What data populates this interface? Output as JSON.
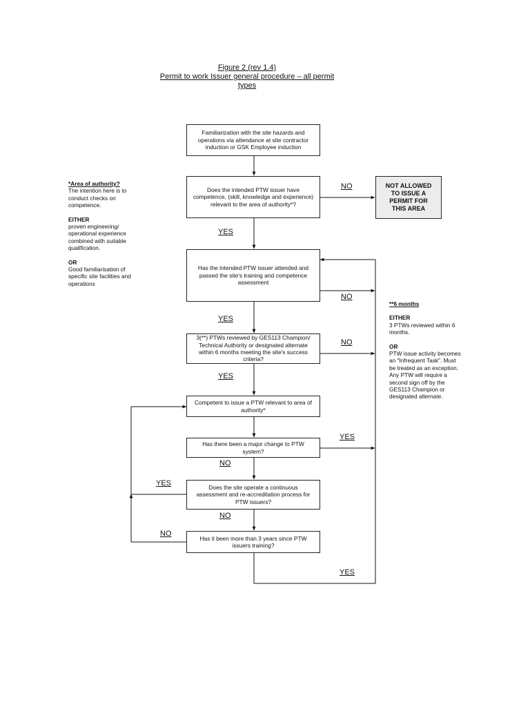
{
  "figure": {
    "line1": "Figure 2 (rev 1.4)",
    "line2": "Permit to work Issuer general procedure – all permit",
    "line3": "types"
  },
  "boxes": {
    "familiarization": "Familiarization with the site hazards and operations via attendance at site contractor induction or GSK Employee induction",
    "competence": "Does the intended PTW issuer have competence, (skill, knowledge and experience) relevant to the area of authority*?",
    "not_allowed": "NOT ALLOWED TO ISSUE A PERMIT FOR THIS AREA",
    "training": "Has the intended PTW issuer attended and passed the site's training and competence assessment",
    "reviewed": "3(**) PTWs reviewed by GES113 Champion/ Technical Authority or designated alternate within 6 months meeting the site's success criteria?",
    "competent": "Competent to issue a PTW relevant to area of authority*",
    "major_change": "Has there been a major change to PTW system?",
    "continuous": "Does the site operate a continuous assessment and re-accreditation process for PTW issuers?",
    "three_years": "Has it been more than 3 years since PTW issuers training?"
  },
  "labels": {
    "no1": "NO",
    "yes1": "YES",
    "no2": "NO",
    "yes2": "YES",
    "no3": "NO",
    "yes3": "YES",
    "yes4": "YES",
    "no4": "NO",
    "yes5": "YES",
    "no5": "NO",
    "no6": "NO",
    "yes6": "YES"
  },
  "left_note": {
    "heading": "*Area of authority?",
    "intro": "The intention here is to conduct checks on competence.",
    "either": "EITHER",
    "either_text": "proven engineering/ operational experience combined with suitable qualification.",
    "or": "OR",
    "or_text": "Good familiarisation of specific site facilities and operations"
  },
  "right_note": {
    "heading": "**6 months",
    "either": "EITHER",
    "either_text": "3 PTWs reviewed within 6 months.",
    "or": "OR",
    "or_text": "PTW issue activity becomes an \"Infrequent Task\". Must be treated as an exception. Any PTW will require a second sign off by the GES113 Champion or designated alternate."
  }
}
